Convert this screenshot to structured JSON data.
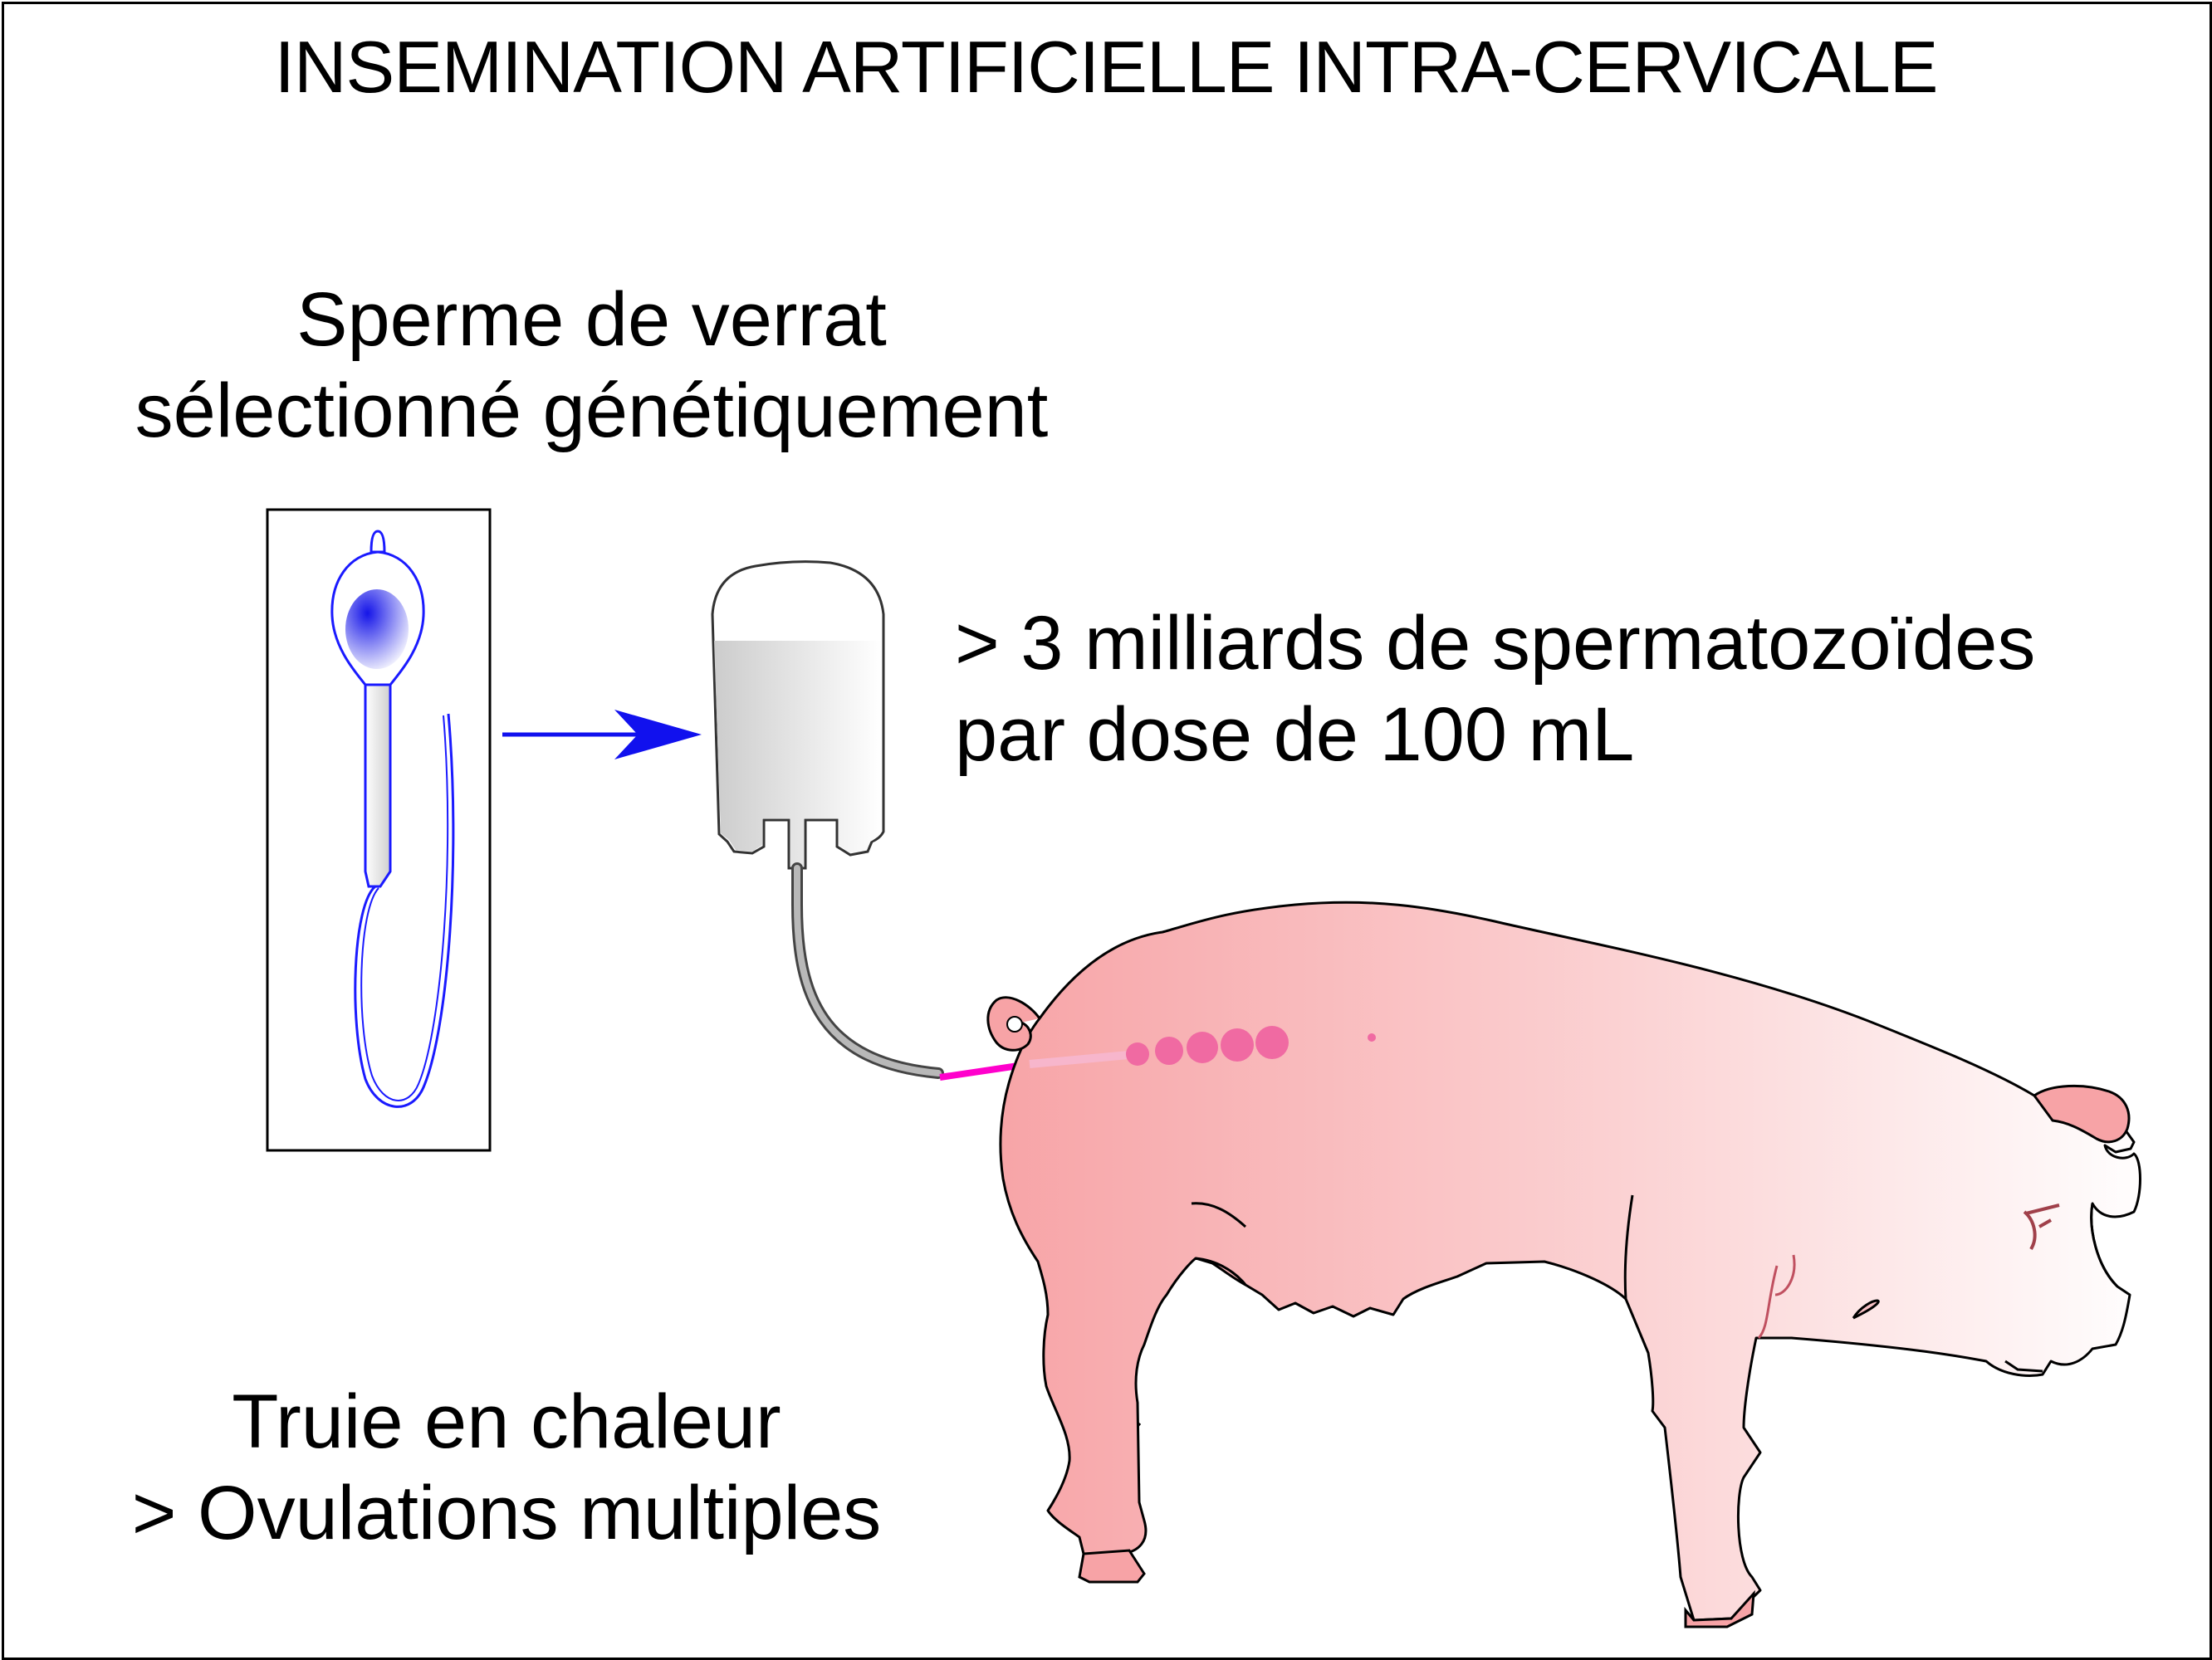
{
  "title": "INSEMINATION ARTIFICIELLE INTRA-CERVICALE",
  "semen": {
    "line1": "Sperme de verrat",
    "line2": "sélectionné génétiquement"
  },
  "dose": {
    "line1": "> 3 milliards de spermatozoïdes",
    "line2": "par dose de 100 mL"
  },
  "sow": {
    "line1": "Truie en chaleur",
    "line2": "> Ovulations multiples"
  },
  "colors": {
    "frame": "#000000",
    "sperm_outline": "#1a1aff",
    "arrow": "#1111ee",
    "catheter": "#ff00cc",
    "pig_dark": "#f7a3a6",
    "pig_light": "#ffffff",
    "ovaries": "#f06aa2",
    "bottle": "#d8d8d8"
  },
  "icons": [
    "spermatozoon-illustration",
    "arrow-right-icon",
    "semen-bottle-icon",
    "pig-illustration"
  ]
}
